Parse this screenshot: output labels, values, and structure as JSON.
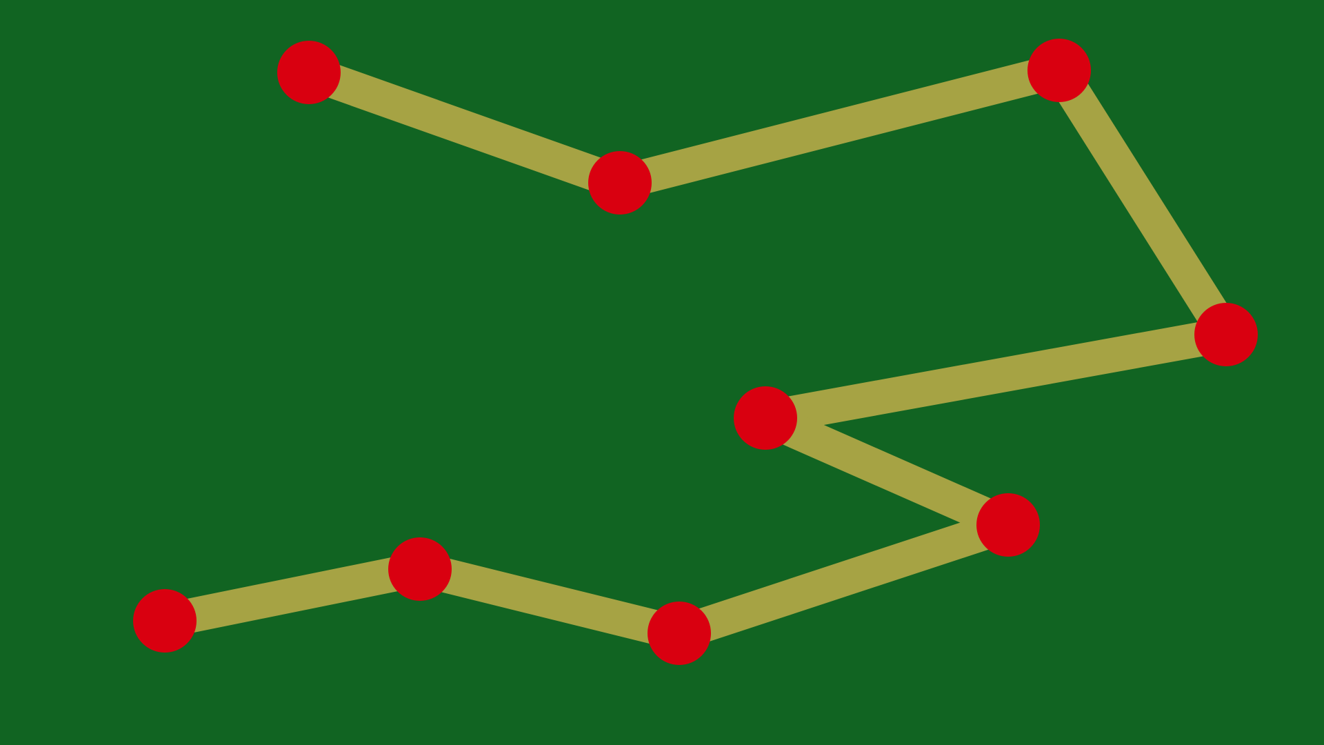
{
  "colors": {
    "background": "#116422",
    "path": "#a6a344",
    "node": "#d90010"
  },
  "nodes_in_path_order": [
    {
      "id": "node-1"
    },
    {
      "id": "node-2"
    },
    {
      "id": "node-3"
    },
    {
      "id": "node-4"
    },
    {
      "id": "node-5"
    },
    {
      "id": "node-6"
    },
    {
      "id": "node-7"
    },
    {
      "id": "node-8"
    },
    {
      "id": "node-9"
    }
  ]
}
